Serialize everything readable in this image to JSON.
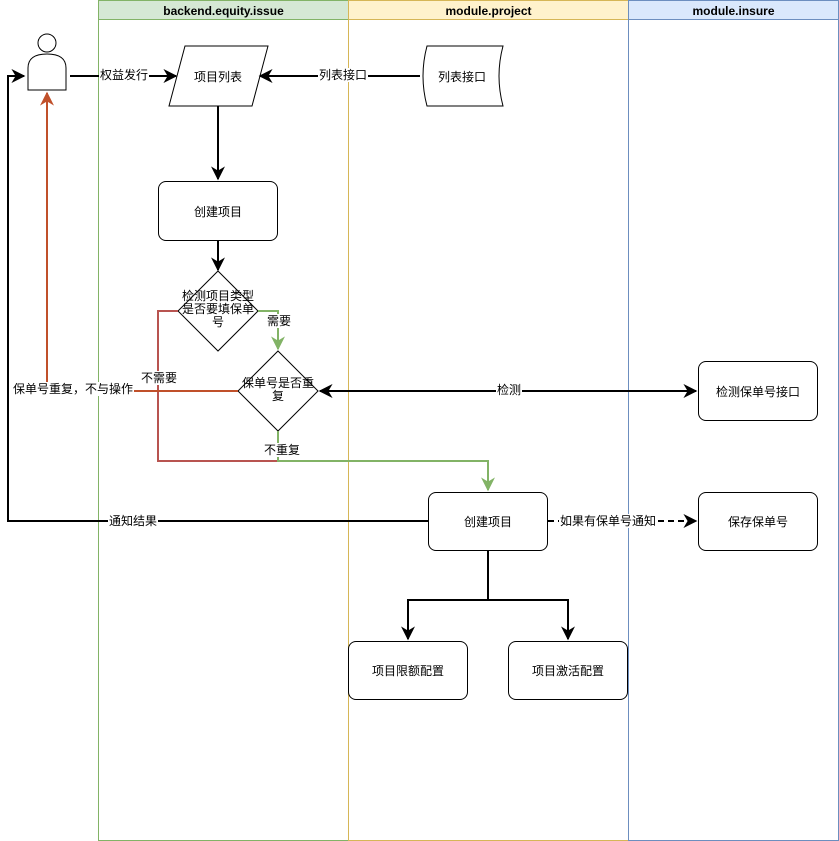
{
  "lanes": [
    {
      "title": "backend.equity.issue",
      "head_color": "#d5e8d4",
      "border": "#82b366"
    },
    {
      "title": "module.project",
      "head_color": "#fff2cc",
      "border": "#d6b656"
    },
    {
      "title": "module.insure",
      "head_color": "#dae8fc",
      "border": "#6c8ebf"
    }
  ],
  "nodes": {
    "project_list": "项目列表",
    "list_api": "列表接口",
    "create_project_1": "创建项目",
    "check_type": "检测项目类型是否要填保单号",
    "check_duplicate": "保单号是否重复",
    "check_api": "检测保单号接口",
    "create_project_2": "创建项目",
    "save_policy": "保存保单号",
    "limit_config": "项目限额配置",
    "activate_config": "项目激活配置"
  },
  "edge_labels": {
    "equity_issue": "权益发行",
    "list_api_link": "列表接口",
    "need": "需要",
    "no_need": "不需要",
    "duplicate_no_op": "保单号重复，不与操作",
    "check": "检测",
    "not_duplicate": "不重复",
    "notify_result": "通知结果",
    "notify_if_policy": "如果有保单号通知"
  },
  "colors": {
    "green_edge": "#82b366",
    "red_edge": "#b85450",
    "orange_edge": "#c0502a"
  }
}
